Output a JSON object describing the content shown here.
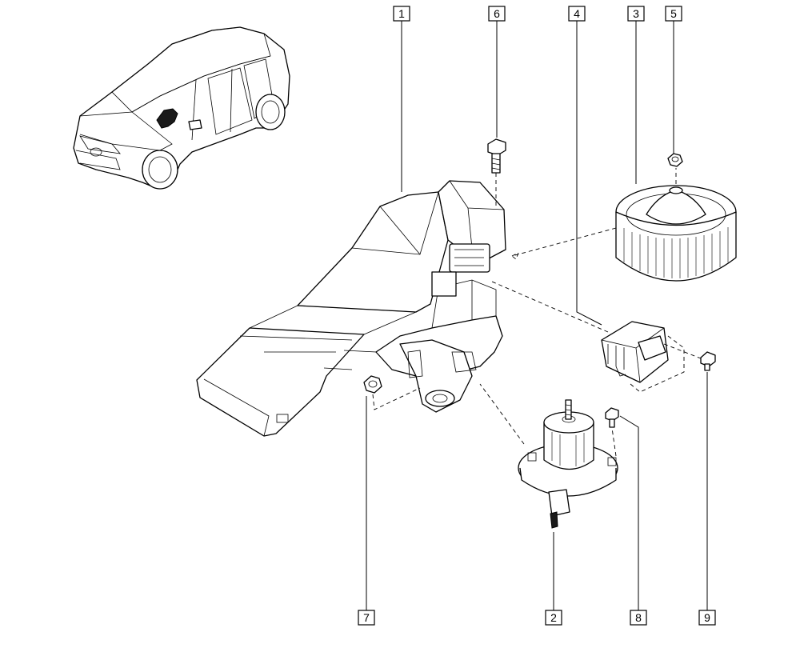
{
  "callouts": [
    {
      "id": "callout-1",
      "label": "1"
    },
    {
      "id": "callout-2",
      "label": "2"
    },
    {
      "id": "callout-3",
      "label": "3"
    },
    {
      "id": "callout-4",
      "label": "4"
    },
    {
      "id": "callout-5",
      "label": "5"
    },
    {
      "id": "callout-6",
      "label": "6"
    },
    {
      "id": "callout-7",
      "label": "7"
    },
    {
      "id": "callout-8",
      "label": "8"
    },
    {
      "id": "callout-9",
      "label": "9"
    }
  ],
  "colors": {
    "line": "#000000",
    "background": "#ffffff",
    "highlight": "#1a1a1a"
  }
}
